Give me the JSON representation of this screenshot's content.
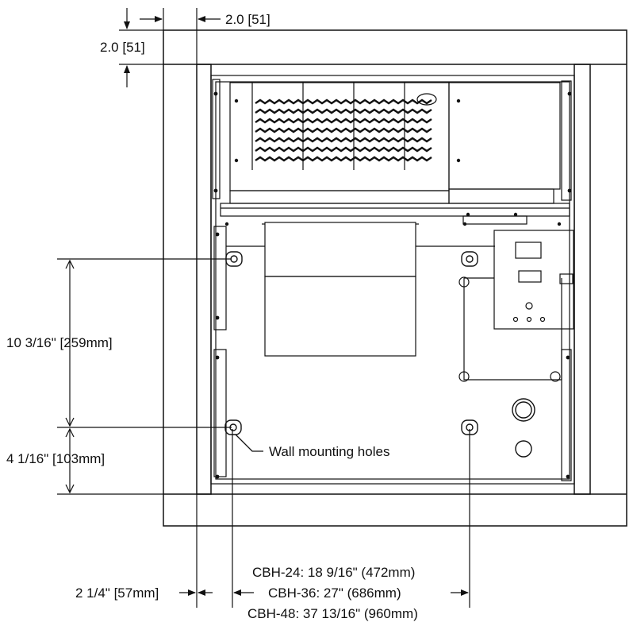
{
  "dimensions": {
    "top_offset": "2.0 [51]",
    "side_offset": "2.0 [51]",
    "vertical_spacing": "10 3/16\" [259mm]",
    "bottom_offset": "4 1/16\" [103mm]",
    "left_offset": "2 1/4\" [57mm]"
  },
  "callout": {
    "wall_mounting_holes": "Wall mounting holes"
  },
  "models": [
    {
      "name": "CBH-24",
      "spec": " 18 9/16\" (472mm)"
    },
    {
      "name": "CBH-36",
      "spec": " 27\" (686mm)"
    },
    {
      "name": "CBH-48",
      "spec": " 37 13/16\" (960mm)"
    }
  ]
}
